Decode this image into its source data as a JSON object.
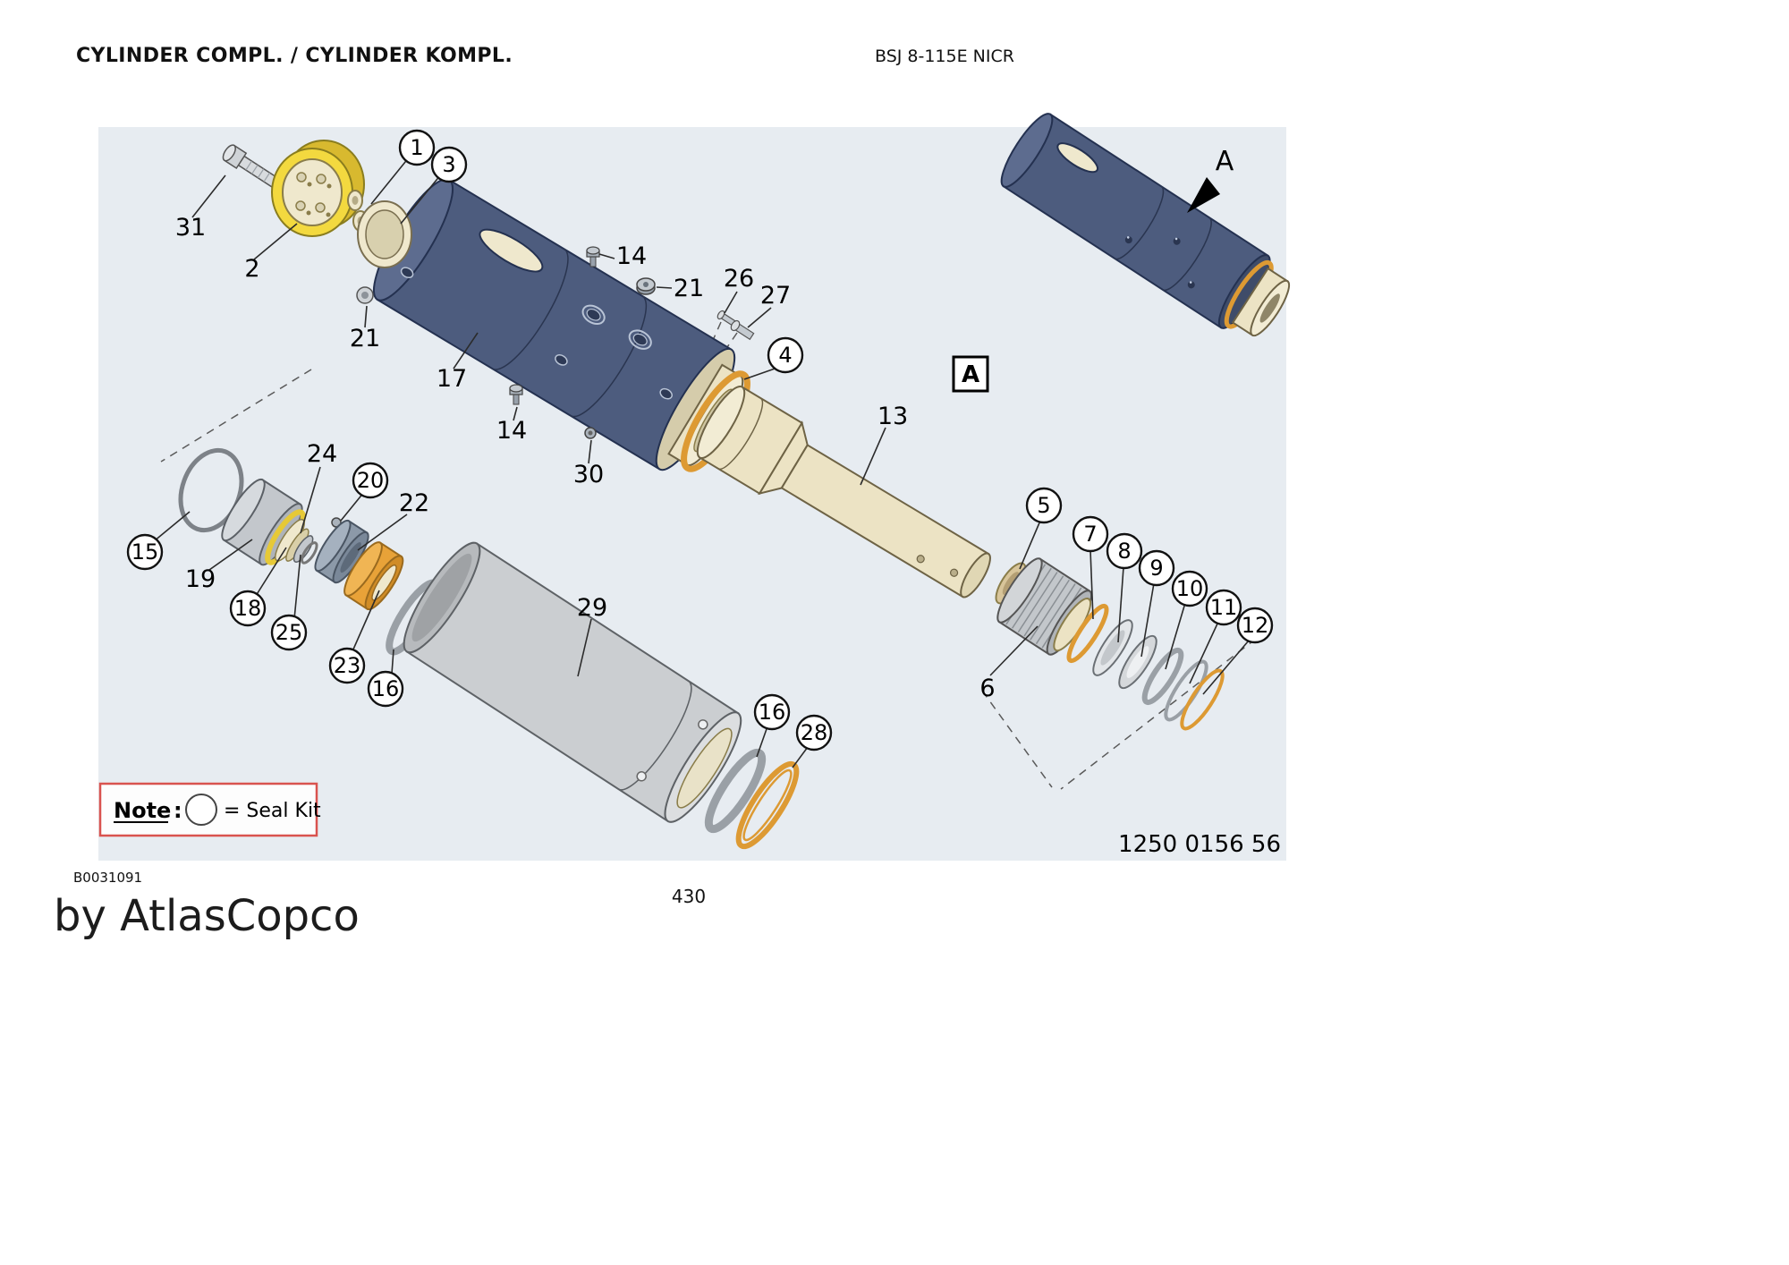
{
  "header": {
    "title": "CYLINDER COMPL. / CYLINDER KOMPL.",
    "model": "BSJ 8-115E NICR"
  },
  "diagram": {
    "view_arrow_label": "A",
    "view_box_label": "A",
    "drawing_number": "1250 0156 56",
    "note": {
      "label": "Note",
      "colon": ":",
      "text": "= Seal Kit"
    },
    "callouts": {
      "c1": "1",
      "c2": "2",
      "c3": "3",
      "c4": "4",
      "c5": "5",
      "c6": "6",
      "c7": "7",
      "c8": "8",
      "c9": "9",
      "c10": "10",
      "c11": "11",
      "c12": "12",
      "c13": "13",
      "c14": "14",
      "c15": "15",
      "c16": "16",
      "c17": "17",
      "c18": "18",
      "c19": "19",
      "c20": "20",
      "c21": "21",
      "c22": "22",
      "c23": "23",
      "c24": "24",
      "c25": "25",
      "c26": "26",
      "c27": "27",
      "c28": "28",
      "c29": "29",
      "c30": "30",
      "c31": "31"
    }
  },
  "footer": {
    "document_code": "B0031091",
    "page_number": "430",
    "brand": "by AtlasCopco"
  },
  "colors": {
    "panel_bg": "#e7ecf1",
    "cylinder_blue": "#4d5c7e",
    "cream": "#ece3c4",
    "seal_orange": "#dd9a33",
    "flange_yellow": "#f3d93f",
    "steel_gray": "#c9ccd0",
    "note_red": "#d9534f"
  }
}
